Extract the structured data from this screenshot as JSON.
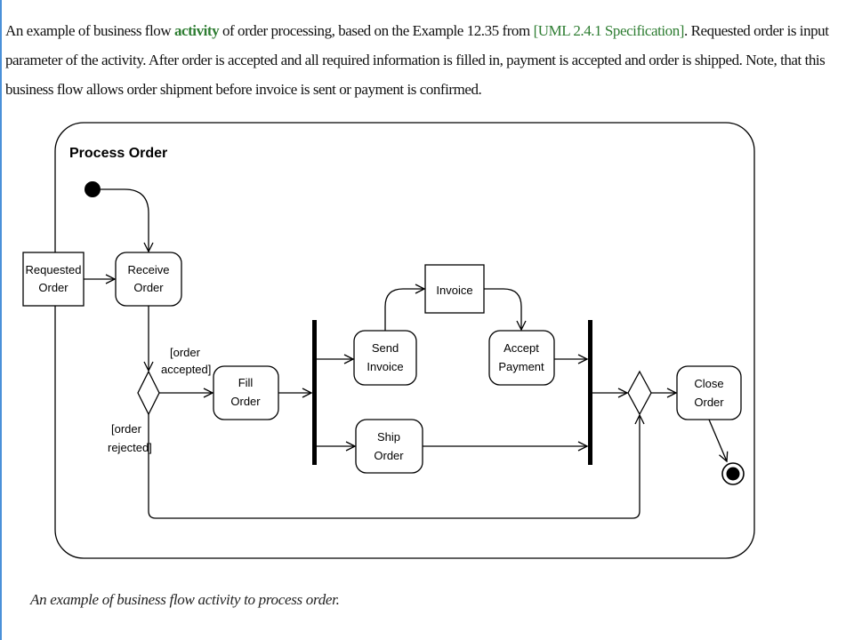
{
  "intro": {
    "text_before": "An example of business flow ",
    "keyword": "activity",
    "text_middle": " of order processing, based on the Example 12.35 from ",
    "reference": "[UML 2.4.1 Specification]",
    "text_after": ". Requested order is input parameter of the activity. After order is accepted and all required information is filled in, payment is accepted and order is shipped. Note, that this business flow allows order shipment before invoice is sent or payment is confirmed."
  },
  "diagram": {
    "activity_title": "Process Order",
    "nodes": {
      "requested_order": [
        "Requested",
        "Order"
      ],
      "receive_order": [
        "Receive",
        "Order"
      ],
      "fill_order": [
        "Fill",
        "Order"
      ],
      "send_invoice": [
        "Send",
        "Invoice"
      ],
      "invoice": "Invoice",
      "accept_payment": [
        "Accept",
        "Payment"
      ],
      "ship_order": [
        "Ship",
        "Order"
      ],
      "close_order": [
        "Close",
        "Order"
      ]
    },
    "guards": {
      "accepted": [
        "[order",
        "accepted]"
      ],
      "rejected": [
        "[order",
        "rejected]"
      ]
    }
  },
  "caption": "An example of business flow activity to process order."
}
